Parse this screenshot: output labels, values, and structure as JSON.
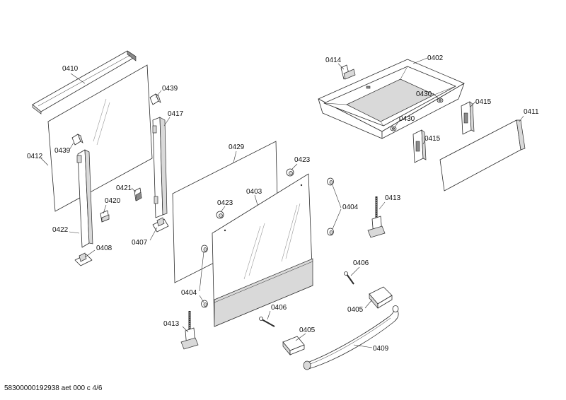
{
  "labels": {
    "l0410": "0410",
    "l0439a": "0439",
    "l0417": "0417",
    "l0412": "0412",
    "l0439b": "0439",
    "l0421": "0421",
    "l0420": "0420",
    "l0422": "0422",
    "l0407": "0407",
    "l0408": "0408",
    "l0429": "0429",
    "l0423a": "0423",
    "l0423b": "0423",
    "l0403": "0403",
    "l0404a": "0404",
    "l0404b": "0404",
    "l0413a": "0413",
    "l0413b": "0413",
    "l0406a": "0406",
    "l0406b": "0406",
    "l0405a": "0405",
    "l0405b": "0405",
    "l0409": "0409",
    "l0414": "0414",
    "l0402": "0402",
    "l0430a": "0430",
    "l0430b": "0430",
    "l0415a": "0415",
    "l0415b": "0415",
    "l0411": "0411"
  },
  "footer": "58300000192938 aet 000 c 4/6"
}
